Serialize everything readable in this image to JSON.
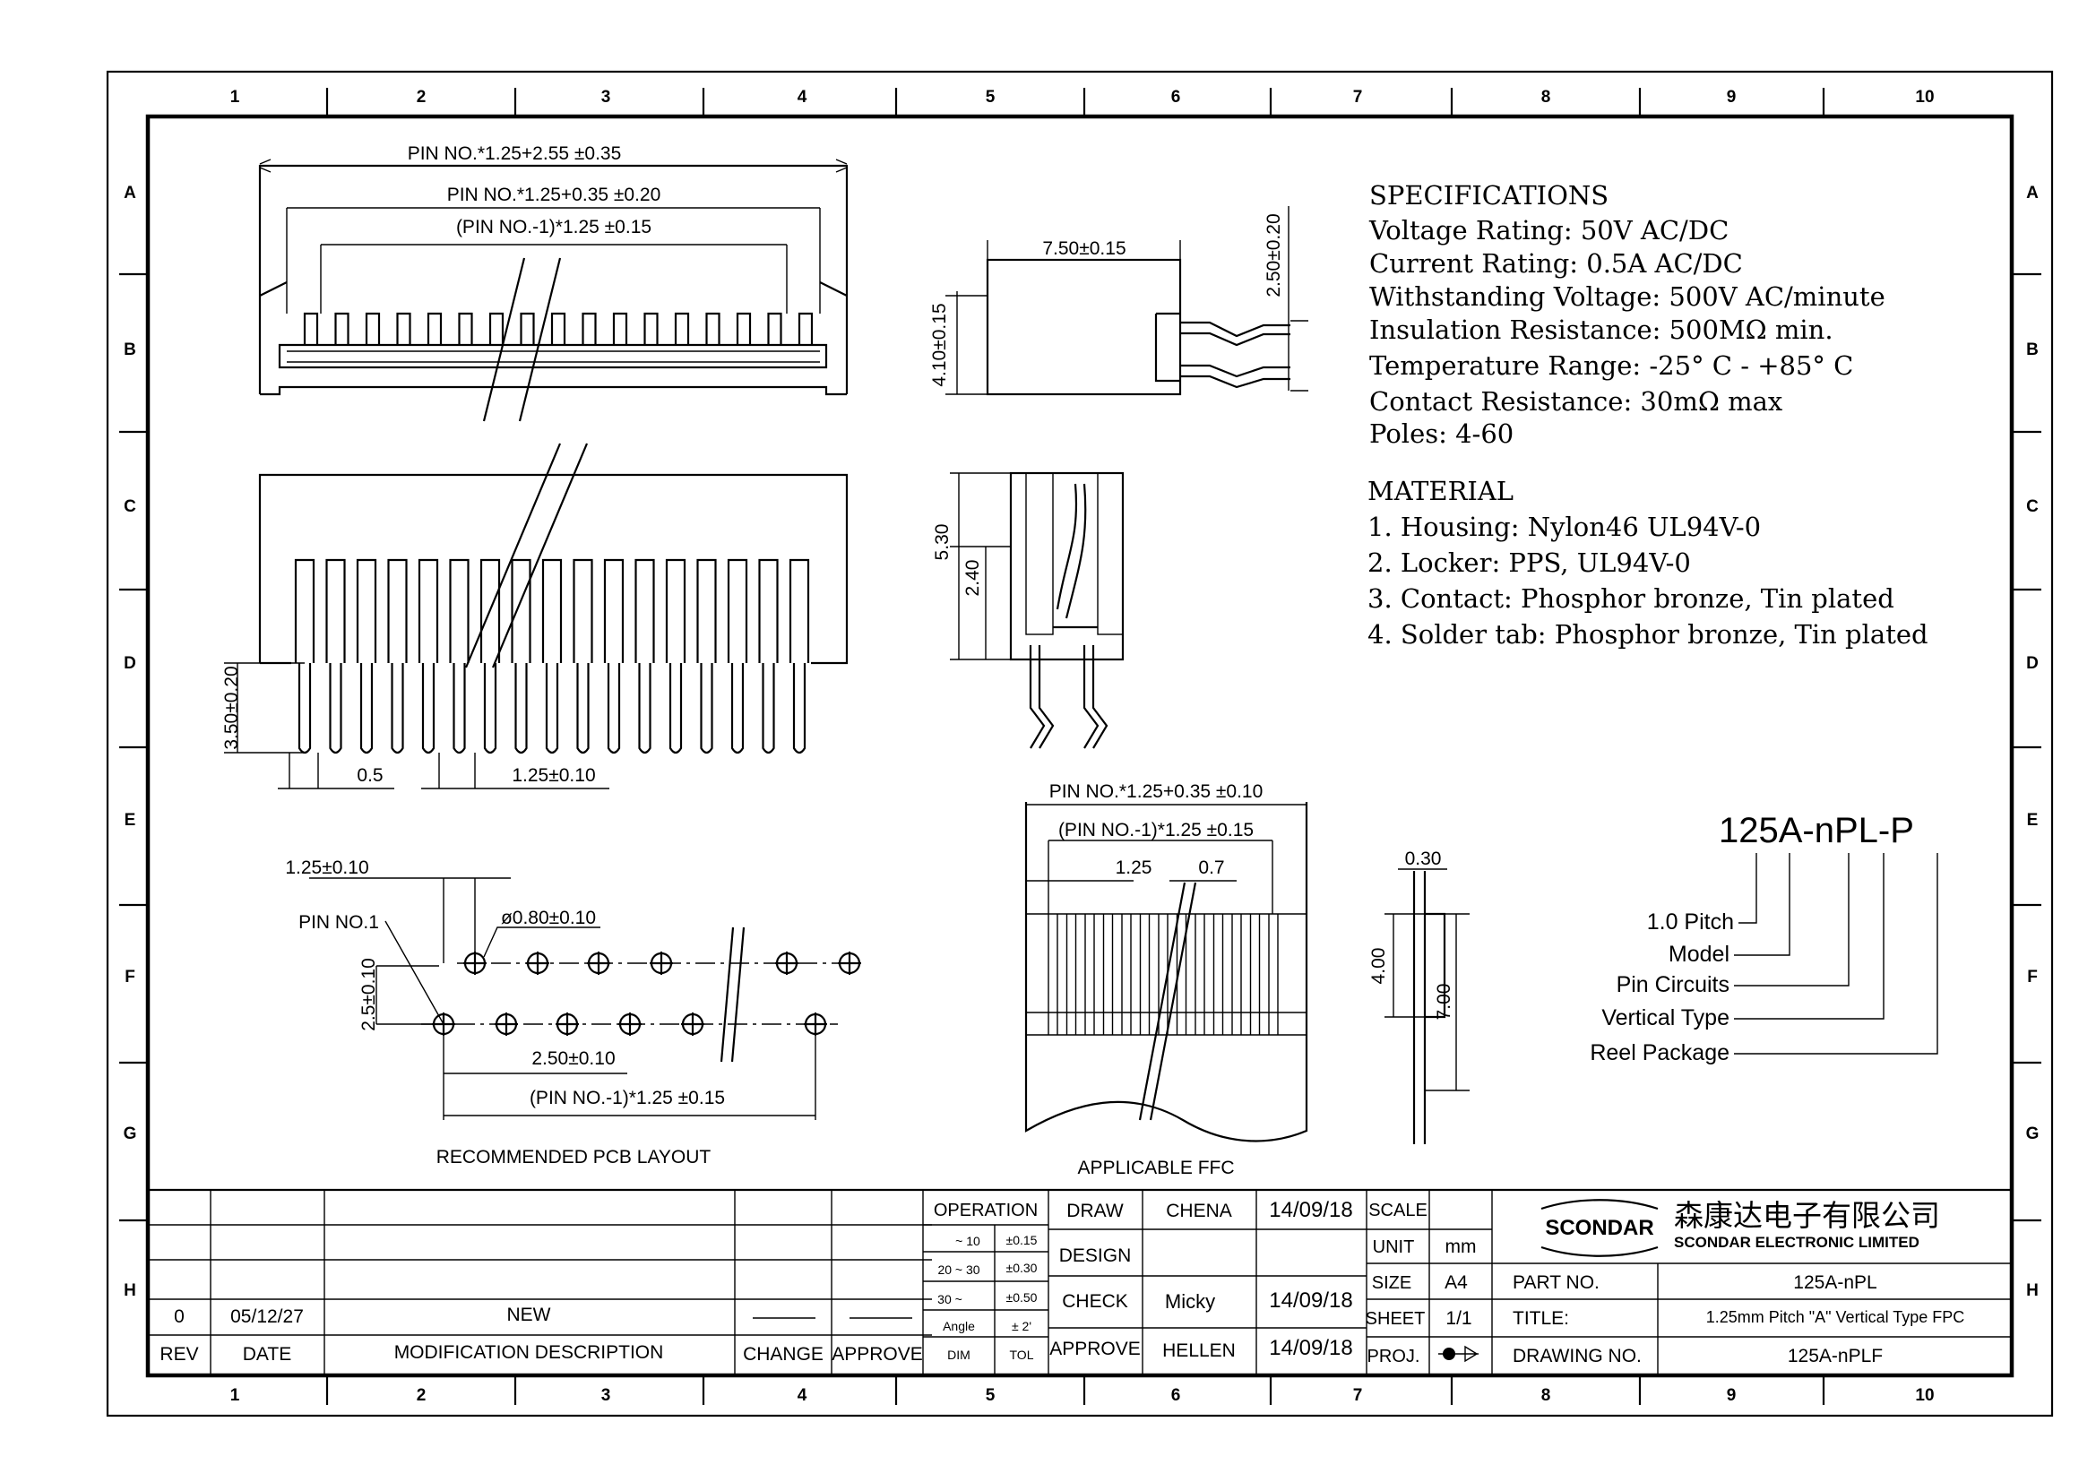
{
  "border": {
    "columns": [
      "1",
      "2",
      "3",
      "4",
      "5",
      "6",
      "7",
      "8",
      "9",
      "10"
    ],
    "rows": [
      "A",
      "B",
      "C",
      "D",
      "E",
      "F",
      "G",
      "H"
    ]
  },
  "top_view": {
    "dim_overall": "PIN NO.*1.25+2.55 ±0.35",
    "dim_inner": "PIN NO.*1.25+0.35 ±0.20",
    "dim_pitch_span": "(PIN NO.-1)*1.25 ±0.15"
  },
  "front_view": {
    "dim_height": "3.50±0.20",
    "dim_lead": "0.5",
    "dim_pitch": "1.25±0.10"
  },
  "side_view": {
    "dim_width": "7.50±0.15",
    "dim_height": "4.10±0.15",
    "dim_tab": "2.50±0.20"
  },
  "section_view": {
    "dim_total": "5.30",
    "dim_lower": "2.40"
  },
  "specifications": {
    "title": "SPECIFICATIONS",
    "lines": [
      "Voltage Rating: 50V AC/DC",
      "Current Rating: 0.5A AC/DC",
      "Withstanding Voltage: 500V AC/minute",
      "Insulation Resistance: 500MΩ min.",
      "Temperature Range: -25° C - +85° C",
      "Contact Resistance: 30mΩ max",
      "Poles: 4-60"
    ]
  },
  "material": {
    "title": "MATERIAL",
    "lines": [
      "1. Housing: Nylon46 UL94V-0",
      "2. Locker: PPS, UL94V-0",
      "3. Contact: Phosphor bronze, Tin plated",
      "4. Solder tab: Phosphor bronze, Tin plated"
    ]
  },
  "pcb_layout": {
    "title": "RECOMMENDED PCB LAYOUT",
    "pin1_label": "PIN NO.1",
    "dim_offset": "1.25±0.10",
    "dim_hole": "ø0.80±0.10",
    "dim_row": "2.5±0.10",
    "dim_pitch": "2.50±0.10",
    "dim_span": "(PIN NO.-1)*1.25 ±0.15"
  },
  "ffc": {
    "title": "APPLICABLE FFC",
    "dim_width": "PIN NO.*1.25+0.35 ±0.10",
    "dim_span": "(PIN NO.-1)*1.25 ±0.15",
    "dim_pitch": "1.25",
    "dim_conductor": "0.7",
    "dim_thickness": "0.30",
    "dim_stiffener": "4.00",
    "dim_length": "7.00"
  },
  "part_code": {
    "code": "125A-nPL-P",
    "legend": [
      "1.0 Pitch",
      "Model",
      "Pin Circuits",
      "Vertical Type",
      "Reel Package"
    ]
  },
  "title_block": {
    "rev_row": {
      "rev": "0",
      "date": "05/12/27",
      "description": "NEW"
    },
    "headers": {
      "rev": "REV",
      "date": "DATE",
      "description": "MODIFICATION DESCRIPTION",
      "change": "CHANGE",
      "approve": "APPROVE"
    },
    "tolerance": {
      "operation": "OPERATION",
      "r1_range": "~ 10",
      "r1_tol": "±0.15",
      "r2_range": "20 ~ 30",
      "r2_tol": "±0.30",
      "r3_range": "30 ~",
      "r3_tol": "±0.50",
      "angle": "Angle",
      "angle_tol": "± 2'",
      "dim": "DIM",
      "tol": "TOL"
    },
    "draw_label": "DRAW",
    "draw_name": "CHENA",
    "draw_date": "14/09/18",
    "design_label": "DESIGN",
    "check_label": "CHECK",
    "check_name": "Micky",
    "check_date": "14/09/18",
    "approve_label": "APPROVE",
    "approve_name": "HELLEN",
    "approve_date": "14/09/18",
    "scale_label": "SCALE",
    "unit_label": "UNIT",
    "unit_value": "mm",
    "size_label": "SIZE",
    "size_value": "A4",
    "sheet_label": "SHEET",
    "sheet_value": "1/1",
    "proj_label": "PROJ.",
    "company_logo": "SCONDAR",
    "company_cn": "森康达电子有限公司",
    "company_en": "SCONDAR ELECTRONIC LIMITED",
    "part_no_label": "PART NO.",
    "part_no_value": "125A-nPL",
    "title_label": "TITLE:",
    "title_value": "1.25mm Pitch \"A\" Vertical Type FPC",
    "drawing_no_label": "DRAWING NO.",
    "drawing_no_value": "125A-nPLF"
  }
}
